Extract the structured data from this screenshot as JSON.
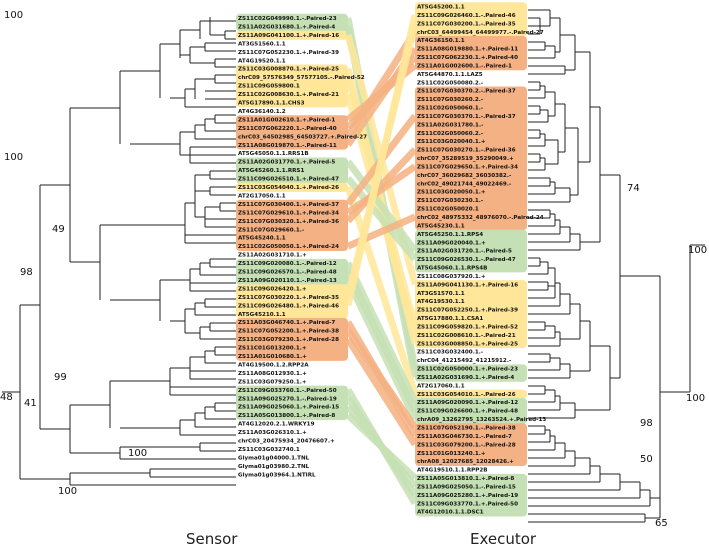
{
  "colors": {
    "green": "#c5e0b4",
    "orange": "#f4b183",
    "yellow": "#ffe699"
  },
  "captions": {
    "left": "Sensor",
    "right": "Executor"
  },
  "bootstrap": {
    "l100a": "100",
    "l100b": "100",
    "l49": "49",
    "l98": "98",
    "l99": "99",
    "l41": "41",
    "l48": "48",
    "l100c": "100",
    "l100d": "100",
    "r74": "74",
    "r100a": "100",
    "r98": "98",
    "r50": "50",
    "r65": "65",
    "r100b": "100"
  },
  "sensor": [
    {
      "label": "ZS11C02G049990.1.-.Paired-23",
      "group": "green"
    },
    {
      "label": "ZS11A02G031680.1.+.Paired-4",
      "group": "green"
    },
    {
      "label": "ZS11A09G041100.1.+.Paired-16",
      "group": "yellow"
    },
    {
      "label": "AT3G51560.1.1",
      "group": ""
    },
    {
      "label": "ZS11C07G052230.1.+.Paired-39",
      "group": ""
    },
    {
      "label": "AT4G19520.1.1",
      "group": ""
    },
    {
      "label": "ZS11C03G008870.1.+.Paired-25",
      "group": "yellow"
    },
    {
      "label": "chrC09_57576349_57577105.-.Paired-52",
      "group": "yellow"
    },
    {
      "label": "ZS11C09G059800.1",
      "group": "yellow"
    },
    {
      "label": "ZS11C02G008630.1.+.Paired-21",
      "group": "yellow"
    },
    {
      "label": "AT5G17890.1.1.CHS3",
      "group": "yellow"
    },
    {
      "label": "AT4G36140.1.2",
      "group": ""
    },
    {
      "label": "ZS11A01G002610.1.+.Paired-1",
      "group": "orange"
    },
    {
      "label": "ZS11C07G062220.1.-.Paired-40",
      "group": "orange"
    },
    {
      "label": "chrC03_64502985_64503727.+.Paired-27",
      "group": "orange"
    },
    {
      "label": "ZS11A08G019870.1.-.Paired-11",
      "group": "orange"
    },
    {
      "label": "AT5G45050.1.1.RRS1B",
      "group": ""
    },
    {
      "label": "ZS11A02G031770.1.+.Paired-5",
      "group": "green"
    },
    {
      "label": "AT5G45260.1.1.RRS1",
      "group": "green"
    },
    {
      "label": "ZS11C09G026510.1.+.Paired-47",
      "group": "green"
    },
    {
      "label": "ZS11C03G054040.1.+.Paired-26",
      "group": "yellow"
    },
    {
      "label": "AT2G17050.1.1",
      "group": ""
    },
    {
      "label": "ZS11C07G030400.1.+.Paired-37",
      "group": "orange"
    },
    {
      "label": "ZS11C07G029610.1.+.Paired-34",
      "group": "orange"
    },
    {
      "label": "ZS11C07G030320.1.+.Paired-36",
      "group": "orange"
    },
    {
      "label": "ZS11C07G029660.1.-",
      "group": "orange"
    },
    {
      "label": "AT5G45240.1.1",
      "group": "orange"
    },
    {
      "label": "ZS11C02G050050.1.+.Paired-24",
      "group": "orange"
    },
    {
      "label": "ZS11A02G031710.1.+",
      "group": ""
    },
    {
      "label": "ZS11C09G020080.1.-.Paired-12",
      "group": "green"
    },
    {
      "label": "ZS11C09G026570.1.-.Paired-48",
      "group": "green"
    },
    {
      "label": "ZS11A09G020110.1.-.Paired-13",
      "group": "green"
    },
    {
      "label": "ZS11C09G026420.1.+",
      "group": "yellow"
    },
    {
      "label": "ZS11C07G030220.1.+.Paired-35",
      "group": "yellow"
    },
    {
      "label": "ZS11C09G026480.1.+.Paired-46",
      "group": "yellow"
    },
    {
      "label": "AT5G45210.1.1",
      "group": "yellow"
    },
    {
      "label": "ZS11A03G046740.1.+.Paired-7",
      "group": "orange"
    },
    {
      "label": "ZS11C07G052200.1.+.Paired-38",
      "group": "orange"
    },
    {
      "label": "ZS11C03G079230.1.+.Paired-28",
      "group": "orange"
    },
    {
      "label": "ZS11C01G013200.1.+",
      "group": "orange"
    },
    {
      "label": "ZS11A01G010680.1.+",
      "group": "orange"
    },
    {
      "label": "AT4G19500.1.2.RPP2A",
      "group": ""
    },
    {
      "label": "ZS11A08G012930.1.+",
      "group": ""
    },
    {
      "label": "ZS11C03G079250.1.+",
      "group": ""
    },
    {
      "label": "ZS11C09G033760.1.-.Paired-50",
      "group": "green"
    },
    {
      "label": "ZS11A09G025270.1.-.Paired-19",
      "group": "green"
    },
    {
      "label": "ZS11A09G025060.1.+.Paired-15",
      "group": "green"
    },
    {
      "label": "ZS11A05G013800.1.+.Paired-8",
      "group": "green"
    },
    {
      "label": "AT4G12020.2.1.WRKY19",
      "group": ""
    },
    {
      "label": "ZS11A03G026310.1.+",
      "group": ""
    },
    {
      "label": "chrC03_20475934_20476607.+",
      "group": ""
    },
    {
      "label": "ZS11C03G032740.1",
      "group": ""
    },
    {
      "label": "Glyma01g04000.1.TNL",
      "group": ""
    },
    {
      "label": "Glyma01g03980.2.TNL",
      "group": ""
    },
    {
      "label": "Glyma01g03964.1.NTIRL",
      "group": ""
    }
  ],
  "executor": [
    {
      "label": "AT5G45200.1.1",
      "group": "yellow"
    },
    {
      "label": "ZS11C09G026460.1.-.Paired-46",
      "group": "yellow"
    },
    {
      "label": "ZS11C07G030200.1.-.Paired-35",
      "group": "yellow"
    },
    {
      "label": "chrC03_64499454_64499977.-.Paired-27",
      "group": "yellow"
    },
    {
      "label": "AT4G36150.1.1",
      "group": "orange"
    },
    {
      "label": "ZS11A08G019880.1.+.Paired-11",
      "group": "orange"
    },
    {
      "label": "ZS11C07G062230.1.+.Paired-40",
      "group": "orange"
    },
    {
      "label": "ZS11A01G002600.1.-.Paired-1",
      "group": "orange"
    },
    {
      "label": "AT5G44870.1.1.LAZ5",
      "group": ""
    },
    {
      "label": "ZS11C02G050080.2.-",
      "group": ""
    },
    {
      "label": "ZS11C07G030370.2.-.Paired-37",
      "group": "orange"
    },
    {
      "label": "ZS11C07G030260.2.-",
      "group": "orange"
    },
    {
      "label": "ZS11C02G050060.1.-",
      "group": "orange"
    },
    {
      "label": "ZS11C07G030370.1.-.Paired-37",
      "group": "orange"
    },
    {
      "label": "ZS11A02G031780.1.-",
      "group": "orange"
    },
    {
      "label": "ZS11C02G050060.2.-",
      "group": "orange"
    },
    {
      "label": "ZS11C03G020040.1.+",
      "group": "orange"
    },
    {
      "label": "ZS11C07G030270.1.-.Paired-36",
      "group": "orange"
    },
    {
      "label": "chrC07_35289519_35290049.+",
      "group": "orange"
    },
    {
      "label": "ZS11C07G029650.1.+.Paired-34",
      "group": "orange"
    },
    {
      "label": "chrC07_36029682_36030382.-",
      "group": "orange"
    },
    {
      "label": "chrC02_49021744_49022469.-",
      "group": "orange"
    },
    {
      "label": "ZS11C03G020050.1.+",
      "group": "orange"
    },
    {
      "label": "ZS11C07G030230.1.-",
      "group": "orange"
    },
    {
      "label": "ZS11C02G050020.1",
      "group": "orange"
    },
    {
      "label": "chrC02_48975332_48976070.-.Paired-24",
      "group": "orange"
    },
    {
      "label": "AT5G45230.1.1",
      "group": "orange"
    },
    {
      "label": "AT5G45250.1.1.RPS4",
      "group": "green"
    },
    {
      "label": "ZS11A09G020040.1.+",
      "group": "green"
    },
    {
      "label": "ZS11A02G031720.1.-.Paired-5",
      "group": "green"
    },
    {
      "label": "ZS11C09G026530.1.-.Paired-47",
      "group": "green"
    },
    {
      "label": "AT5G45060.1.1.RPS4B",
      "group": "green"
    },
    {
      "label": "ZS11C08G037920.1.+",
      "group": ""
    },
    {
      "label": "ZS11A09G041130.1.+.Paired-16",
      "group": "yellow"
    },
    {
      "label": "AT3G51570.1.1",
      "group": "yellow"
    },
    {
      "label": "AT4G19530.1.1",
      "group": "yellow"
    },
    {
      "label": "ZS11C07G052250.1.+.Paired-39",
      "group": "yellow"
    },
    {
      "label": "AT5G17880.1.1.CSA1",
      "group": "yellow"
    },
    {
      "label": "ZS11C09G059820.1.+.Paired-52",
      "group": "yellow"
    },
    {
      "label": "ZS11C02G008610.1.-.Paired-21",
      "group": "yellow"
    },
    {
      "label": "ZS11C03G008850.1.+.Paired-25",
      "group": "yellow"
    },
    {
      "label": "ZS11C03G032400.1.-",
      "group": ""
    },
    {
      "label": "chrC04_41215492_41215912.-",
      "group": ""
    },
    {
      "label": "ZS11C02G050000.1.+.Paired-23",
      "group": "green"
    },
    {
      "label": "ZS11A02G031690.1.+.Paired-4",
      "group": "green"
    },
    {
      "label": "AT2G17060.1.1",
      "group": ""
    },
    {
      "label": "ZS11C03G054010.1.-.Paired-26",
      "group": "yellow"
    },
    {
      "label": "ZS11A09G020090.1.+.Paired-12",
      "group": "green"
    },
    {
      "label": "ZS11C09G026600.1.+.Paired-48",
      "group": "green"
    },
    {
      "label": "chrA09_13262795_13263524.+.Paired-13",
      "group": "green"
    },
    {
      "label": "ZS11C07G052190.1.-.Paired-38",
      "group": "orange"
    },
    {
      "label": "ZS11A03G046730.1.-.Paired-7",
      "group": "orange"
    },
    {
      "label": "ZS11C03G079200.1.-.Paired-28",
      "group": "orange"
    },
    {
      "label": "ZS11C01G013240.1.+",
      "group": "orange"
    },
    {
      "label": "chrA08_12027685_12028426.+",
      "group": "orange"
    },
    {
      "label": "AT4G19510.1.1.RPP2B",
      "group": ""
    },
    {
      "label": "ZS11A05G013810.1.+.Paired-8",
      "group": "green"
    },
    {
      "label": "ZS11A09G025050.1.-.Paired-15",
      "group": "green"
    },
    {
      "label": "ZS11A09G025280.1.+.Paired-19",
      "group": "green"
    },
    {
      "label": "ZS11C09G033770.1.+.Paired-50",
      "group": "green"
    },
    {
      "label": "AT4G12010.1.1.DSC1",
      "group": "green"
    }
  ]
}
